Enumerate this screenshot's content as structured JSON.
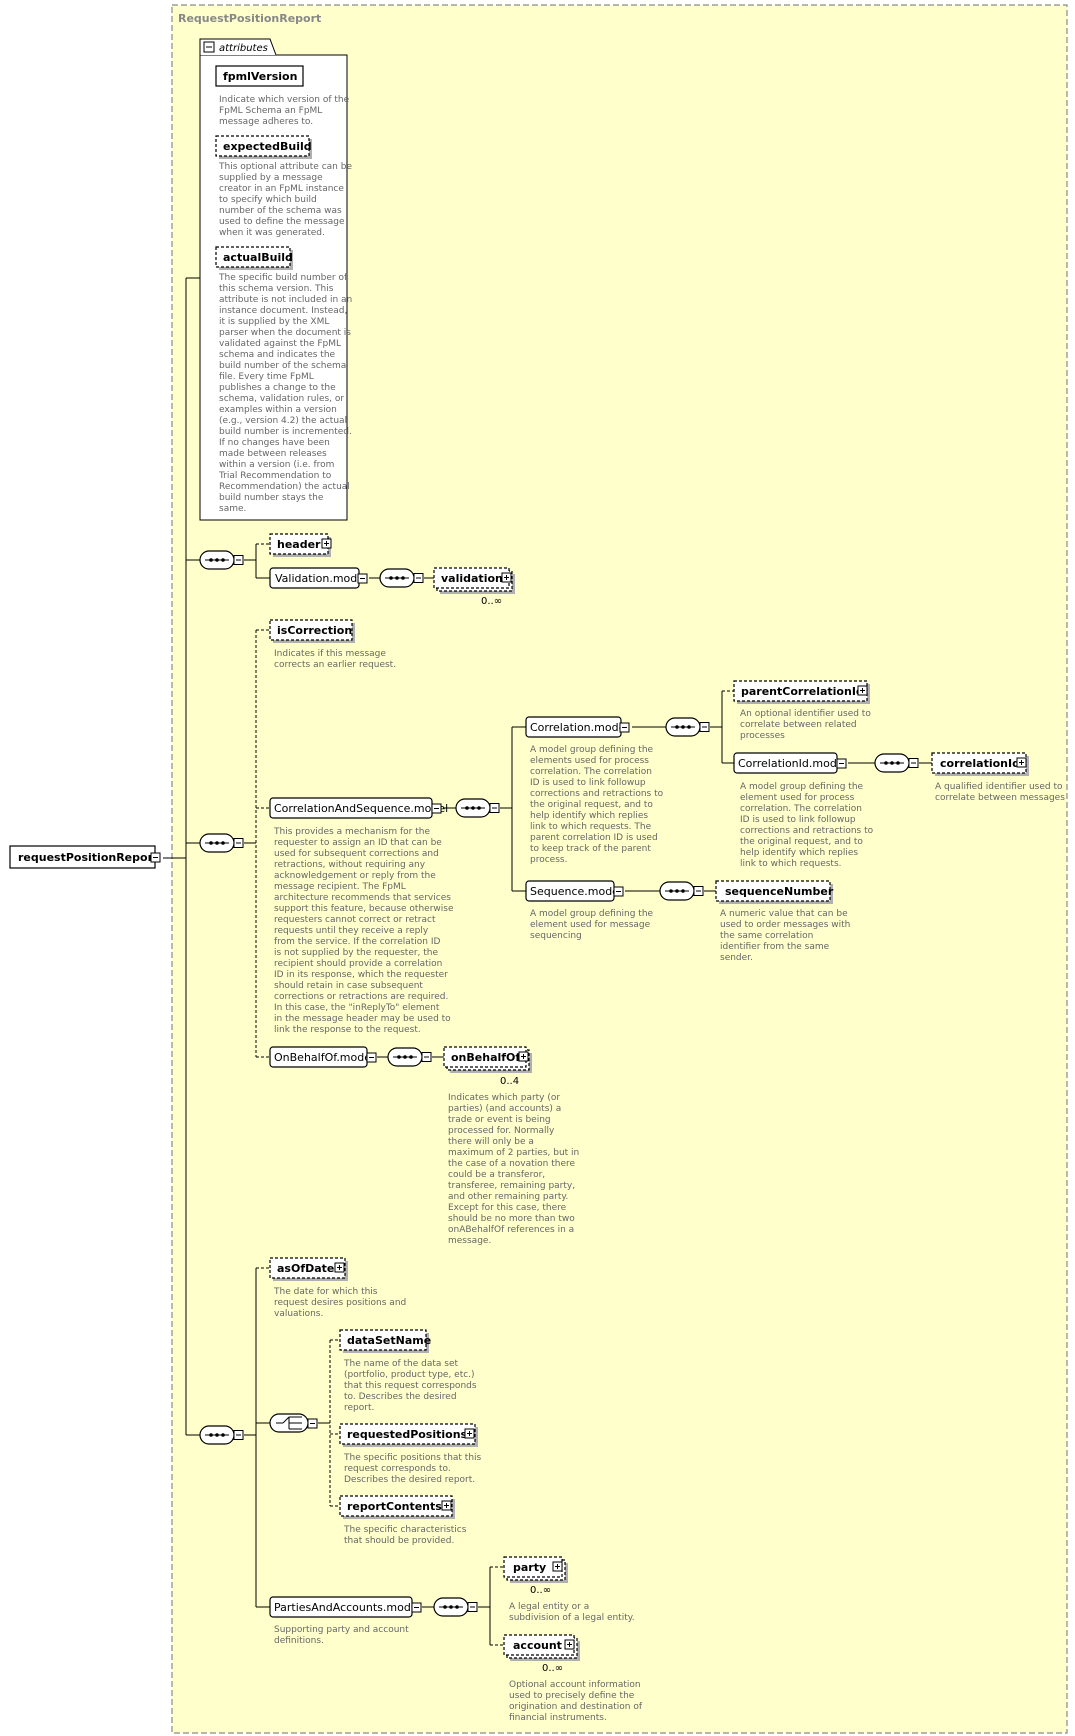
{
  "title": "RequestPositionReport",
  "root": {
    "label": "requestPositionReport"
  },
  "attributes": {
    "header": "attributes",
    "items": [
      {
        "name": "fpmlVersion",
        "desc": [
          "Indicate which version of the",
          "FpML Schema an FpML",
          "message adheres to."
        ]
      },
      {
        "name": "expectedBuild",
        "desc": [
          "This optional attribute can be",
          "supplied by a message",
          "creator in an FpML instance",
          "to specify which build",
          "number of the schema was",
          "used to define the message",
          "when it was generated."
        ]
      },
      {
        "name": "actualBuild",
        "desc": [
          "The specific build number of",
          "this schema version. This",
          "attribute is not included in an",
          "instance document. Instead,",
          "it is supplied by the XML",
          "parser when the document is",
          "validated against the FpML",
          "schema and indicates the",
          "build number of the schema",
          "file. Every time FpML",
          "publishes a change to the",
          "schema, validation rules, or",
          "examples within a version",
          "(e.g., version 4.2) the actual",
          "build number is incremented.",
          "If no changes have been",
          "made between releases",
          "within a version (i.e. from",
          "Trial Recommendation to",
          "Recommendation) the actual",
          "build number stays the",
          "same."
        ]
      }
    ]
  },
  "group1": {
    "header": "header",
    "validation_model": "Validation.model",
    "validation": "validation",
    "validation_card": "0..∞"
  },
  "group2": {
    "isCorrection": "isCorrection",
    "isCorrection_desc": [
      "Indicates if this message",
      "corrects an earlier request."
    ],
    "cas_model": "CorrelationAndSequence.model",
    "cas_desc": [
      "This provides a mechanism for the",
      "requester to assign an ID that can be",
      "used for subsequent corrections and",
      "retractions, without requiring any",
      "acknowledgement or reply from the",
      "message recipient. The FpML",
      "architecture recommends that services",
      "support this feature, because otherwise",
      "requesters cannot correct or retract",
      "requests until they receive a reply",
      "from the service. If the correlation ID",
      "is not supplied by the requester, the",
      "recipient should provide a correlation",
      "ID in its response, which the requester",
      "should retain in case subsequent",
      "corrections or retractions are required.",
      "In this case, the \"inReplyTo\" element",
      "in the message header may be used to",
      "link the response to the request."
    ],
    "correlation_model": "Correlation.model",
    "correlation_desc": [
      "A model group defining the",
      "elements used for process",
      "correlation. The correlation",
      "ID is used to link followup",
      "corrections and retractions to",
      "the original request, and to",
      "help identify which replies",
      "link to which requests. The",
      "parent correlation ID is used",
      "to keep track of the parent",
      "process."
    ],
    "parentCorrelationId": "parentCorrelationId",
    "parentCorrelationId_desc": [
      "An optional identifier used to",
      "correlate between related",
      "processes"
    ],
    "correlationId_model": "CorrelationId.model",
    "correlationId_model_desc": [
      "A model group defining the",
      "element used for process",
      "correlation. The correlation",
      "ID is used to link followup",
      "corrections and retractions to",
      "the original request, and to",
      "help identify which replies",
      "link to which requests."
    ],
    "correlationId": "correlationId",
    "correlationId_desc": [
      "A qualified identifier used to",
      "correlate between messages"
    ],
    "sequence_model": "Sequence.model",
    "sequence_desc": [
      "A model group defining the",
      "element used for message",
      "sequencing"
    ],
    "sequenceNumber": "sequenceNumber",
    "sequenceNumber_desc": [
      "A numeric value that can be",
      "used to order messages with",
      "the same correlation",
      "identifier from the same",
      "sender."
    ],
    "obo_model": "OnBehalfOf.model",
    "onBehalfOf": "onBehalfOf",
    "onBehalfOf_card": "0..4",
    "onBehalfOf_desc": [
      "Indicates which party (or",
      "parties) (and accounts) a",
      "trade or event is being",
      "processed for. Normally",
      "there will only be a",
      "maximum of 2 parties, but in",
      "the case of a novation there",
      "could be a transferor,",
      "transferee, remaining party,",
      "and other remaining party.",
      "Except for this case, there",
      "should be no more than two",
      "onABehalfOf references in a",
      "message."
    ]
  },
  "group3": {
    "asOfDate": "asOfDate",
    "asOfDate_desc": [
      "The date for which this",
      "request desires positions and",
      "valuations."
    ],
    "dataSetName": "dataSetName",
    "dataSetName_desc": [
      "The name of the data set",
      "(portfolio, product type, etc.)",
      "that this request corresponds",
      "to. Describes the desired",
      "report."
    ],
    "requestedPositions": "requestedPositions",
    "requestedPositions_desc": [
      "The specific positions that this",
      "request corresponds to.",
      "Describes the desired report."
    ],
    "reportContents": "reportContents",
    "reportContents_desc": [
      "The specific characteristics",
      "that should be provided."
    ],
    "paa_model": "PartiesAndAccounts.model",
    "paa_desc": [
      "Supporting party and account",
      "definitions."
    ],
    "party": "party",
    "party_card": "0..∞",
    "party_desc": [
      "A legal entity or a",
      "subdivision of a legal entity."
    ],
    "account": "account",
    "account_card": "0..∞",
    "account_desc": [
      "Optional account information",
      "used to precisely define the",
      "origination and destination of",
      "financial instruments."
    ]
  }
}
